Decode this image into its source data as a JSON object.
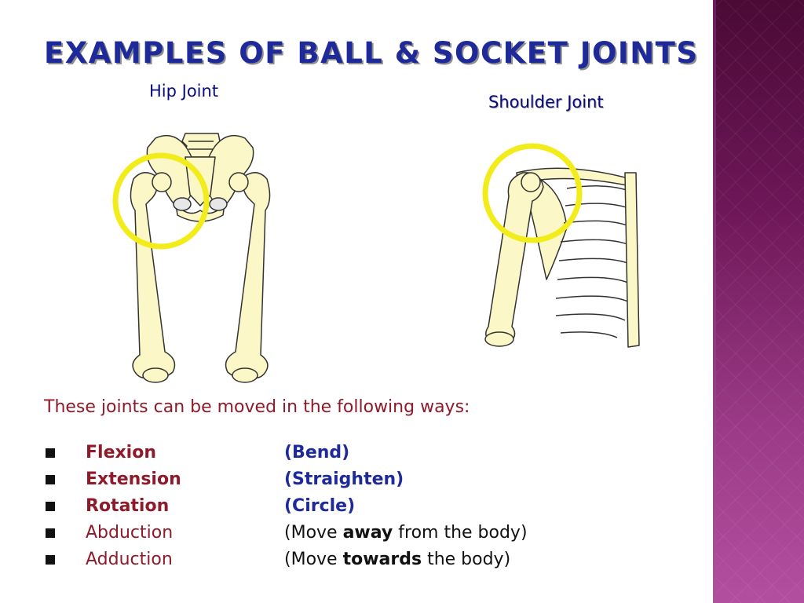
{
  "title": "Examples of Ball & Socket Joints",
  "captions": {
    "hip": "Hip Joint",
    "shoulder": "Shoulder Joint"
  },
  "intro": "These joints can be moved in the following ways:",
  "movements": [
    {
      "name": "Flexion",
      "desc": "(Bend)"
    },
    {
      "name": "Extension",
      "desc": "(Straighten)"
    },
    {
      "name": "Rotation",
      "desc": "(Circle)"
    },
    {
      "name": "Abduction",
      "desc_before": "(Move ",
      "desc_emph": "away",
      "desc_after": " from the body)"
    },
    {
      "name": "Adduction",
      "desc_before": "(Move ",
      "desc_emph": "towards",
      "desc_after": " the body)"
    }
  ],
  "colors": {
    "title": "#1f2a9a",
    "movement_name": "#8e1a2a",
    "highlight_circle": "#f2ec1a",
    "bone": "#fbf7c6",
    "side_band": "#6e1758"
  }
}
